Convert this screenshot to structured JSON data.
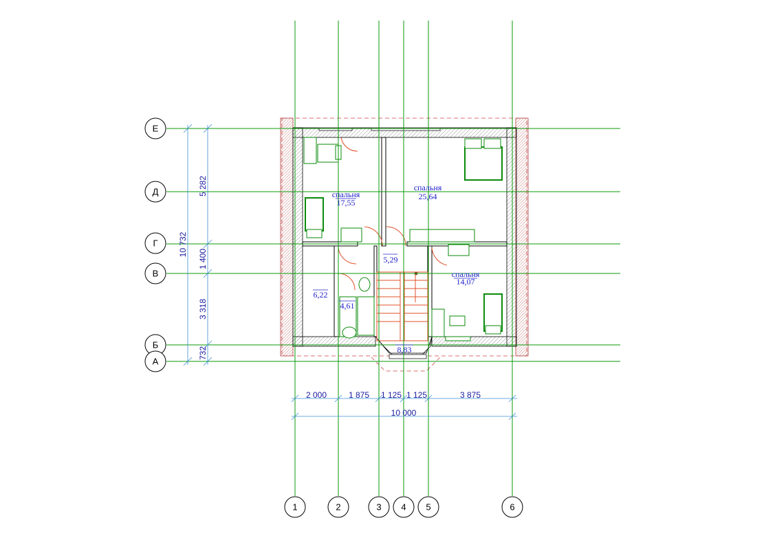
{
  "axes": {
    "rows": [
      "Е",
      "Д",
      "Г",
      "В",
      "Б",
      "А"
    ],
    "columns": [
      "1",
      "2",
      "3",
      "4",
      "5",
      "6"
    ]
  },
  "dimensions": {
    "vertical_total": "10 732",
    "vertical_segments": [
      "5 282",
      "1 400",
      "3 318",
      "732"
    ],
    "horizontal_segments": [
      "2 000",
      "1 875",
      "1 125",
      "1 125",
      "3 875"
    ],
    "horizontal_total": "10 000"
  },
  "rooms": [
    {
      "name": "спальня",
      "area": "17,55"
    },
    {
      "name": "спальня",
      "area": "25,64"
    },
    {
      "name": "",
      "area": "5,29"
    },
    {
      "name": "спальня",
      "area": "14,07"
    },
    {
      "name": "",
      "area": "6,22"
    },
    {
      "name": "",
      "area": "4,61"
    },
    {
      "name": "",
      "area": "8,83"
    }
  ],
  "colors": {
    "grid": "#0a9a0a",
    "dimension": "#3b8fd6",
    "room_label": "#2222cc",
    "door": "#e0502a",
    "roof": "#b04040"
  }
}
